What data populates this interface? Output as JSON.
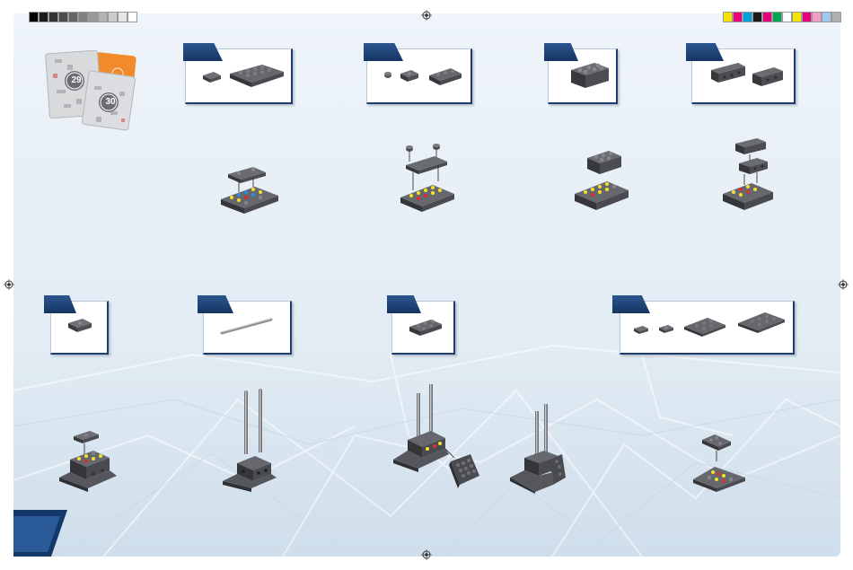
{
  "document": {
    "title": "",
    "bag_numbers": [
      "29",
      "30"
    ],
    "footer_left": "",
    "footer_right": ""
  },
  "colors": {
    "background": "#e3edf5",
    "step_tab": "#1f477d",
    "frame_border": "#1d3c6e",
    "brick_dark": "#4a4b50",
    "stud_yellow": "#f2e030",
    "stud_blue": "#2f8ed8",
    "stud_red": "#d93030",
    "bag_orange": "#f08a2a"
  },
  "grayscale_strip": [
    "#000000",
    "#1a1a1a",
    "#333333",
    "#4d4d4d",
    "#666666",
    "#808080",
    "#999999",
    "#b3b3b3",
    "#cccccc",
    "#e6e6e6",
    "#ffffff"
  ],
  "color_strip": [
    "#f5e400",
    "#e6007e",
    "#00a0e0",
    "#1a1a1a",
    "#e6007e",
    "#00a651",
    "#ffffff",
    "#f5e400",
    "#e6007e",
    "#f0a0c8",
    "#a0c8f0",
    "#b0b0b0"
  ],
  "steps": [
    {
      "id": "step-1",
      "parts": [
        "plate-1x2-jumper",
        "plate-2x4"
      ]
    },
    {
      "id": "step-2",
      "parts": [
        "round-plate-1x1",
        "plate-1x2-jumper",
        "plate-1x3"
      ]
    },
    {
      "id": "step-3",
      "parts": [
        "brick-2x3"
      ]
    },
    {
      "id": "step-4",
      "parts": [
        "technic-brick-1x4",
        "technic-brick-1x3"
      ]
    },
    {
      "id": "step-5",
      "parts": [
        "plate-1x2-jumper"
      ]
    },
    {
      "id": "step-6",
      "parts": [
        "bar-rod"
      ]
    },
    {
      "id": "step-7",
      "parts": [
        "plate-2x4"
      ]
    },
    {
      "id": "step-8",
      "parts": [
        "plate-1x2",
        "plate-1x2-jumper",
        "wedge-plate-3x6",
        "wedge-plate-3x6"
      ]
    }
  ]
}
